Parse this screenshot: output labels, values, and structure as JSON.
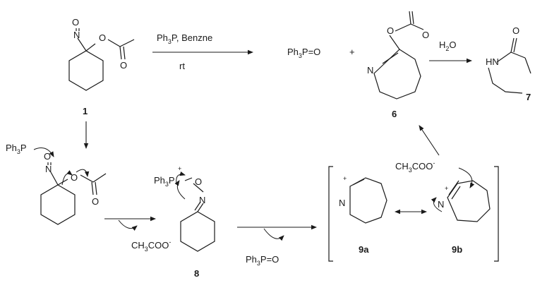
{
  "reagents": {
    "top_arrow_above": "Ph3P, Benzne",
    "top_arrow_below": "rt",
    "water": "H2O"
  },
  "byproducts": {
    "phosphine_oxide": "Ph3P=O",
    "plus": "+",
    "acetate": "CH3COO-"
  },
  "compounds": {
    "c1": "1",
    "c6": "6",
    "c7": "7",
    "c8": "8",
    "c9a": "9a",
    "c9b": "9b"
  },
  "atoms": {
    "O": "O",
    "N": "N",
    "P": "P",
    "HN": "HN",
    "plus": "+",
    "minus": "-",
    "Ph3": "Ph",
    "three": "3",
    "two": "2",
    "H": "H",
    "CH": "CH",
    "COO": "COO"
  },
  "colors": {
    "ink": "#1a1a1a",
    "background": "#ffffff"
  }
}
